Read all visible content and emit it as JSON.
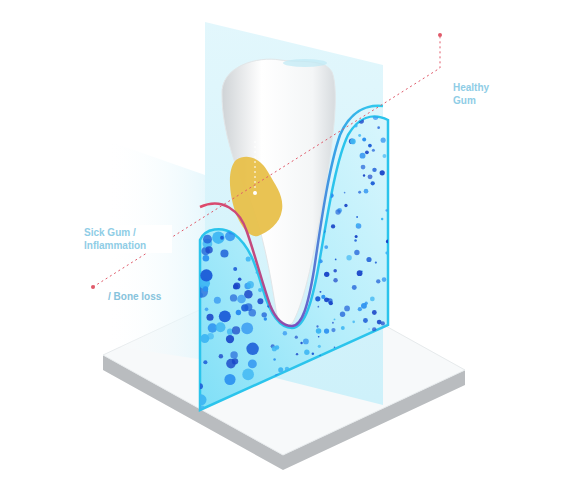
{
  "diagram": {
    "labels": [
      "Healthy Gum",
      "Sick Gum / Inflammation",
      "/ Bone loss"
    ]
  }
}
